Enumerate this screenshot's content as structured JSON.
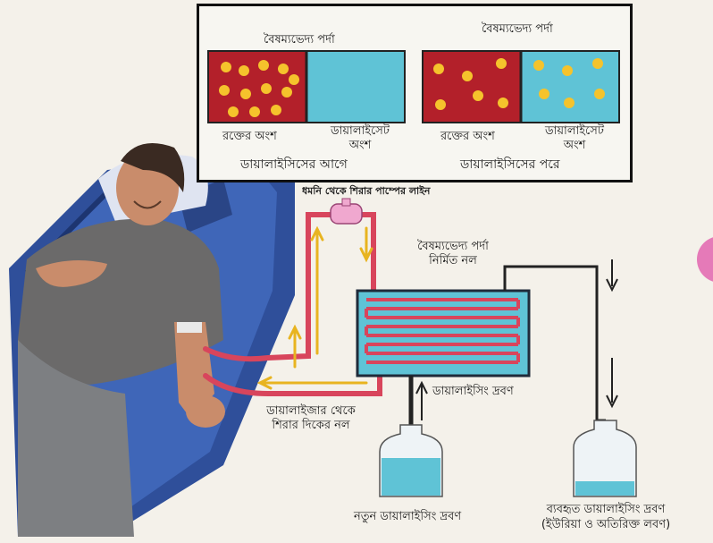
{
  "inset": {
    "before": {
      "membrane_label": "বৈষম্যভেদ্য পর্দা",
      "blood_label": "রক্তের অংশ",
      "dialysate_label_line1": "ডায়ালাইসেট",
      "dialysate_label_line2": "অংশ",
      "caption": "ডায়ালাইসিসের আগে"
    },
    "after": {
      "membrane_label": "বৈষম্যভেদ্য পর্দা",
      "blood_label": "রক্তের অংশ",
      "dialysate_label_line1": "ডায়ালাইসেট",
      "dialysate_label_line2": "অংশ",
      "caption": "ডায়ালাইসিসের পরে"
    }
  },
  "labels": {
    "artery_to_pump": "ধমনি থেকে শিরার পাম্পের লাইন",
    "membrane_tube_line1": "বৈষম্যভেদ্য পর্দা",
    "membrane_tube_line2": "নির্মিত নল",
    "dialysing_fluid": "ডায়ালাইসিং দ্রবণ",
    "return_line1": "ডায়ালাইজার থেকে",
    "return_line2": "শিরার দিকের নল",
    "fresh_fluid": "নতুন ডায়ালাইসিং দ্রবণ",
    "used_fluid_line1": "ব্যবহৃত ডায়ালাইসিং দ্রবণ",
    "used_fluid_line2": "(ইউরিয়া ও অতিরিক্ত লবণ)"
  },
  "colors": {
    "blood": "#b3202a",
    "dialysate": "#5fc3d6",
    "tube": "#d8455c",
    "arrow": "#e8b420",
    "bed": "#2f4f9a",
    "shirt": "#6b6a6a"
  }
}
